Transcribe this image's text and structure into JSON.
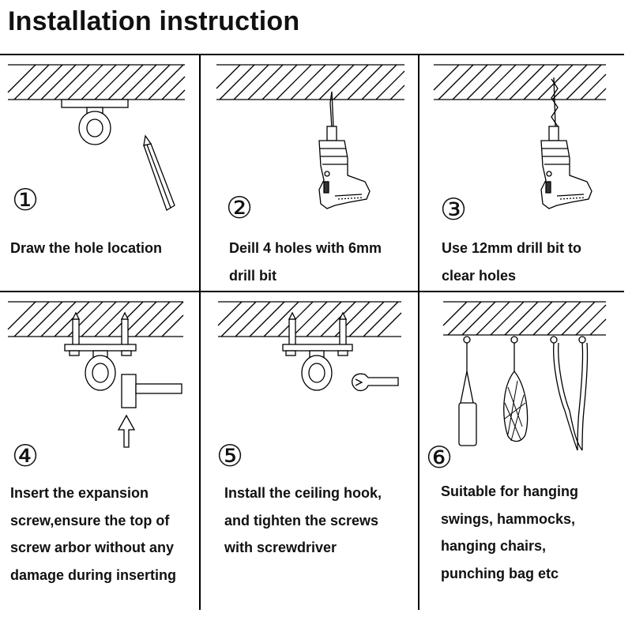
{
  "title": "Installation instruction",
  "steps": [
    {
      "number": "①",
      "lines": [
        "Draw the hole location"
      ]
    },
    {
      "number": "②",
      "lines": [
        "Deill 4 holes with 6mm",
        "drill bit"
      ]
    },
    {
      "number": "③",
      "lines": [
        "Use 12mm drill bit to",
        "clear holes"
      ]
    },
    {
      "number": "④",
      "lines": [
        "Insert the expansion",
        "screw,ensure the top of",
        "screw arbor without any",
        "damage during inserting"
      ]
    },
    {
      "number": "⑤",
      "lines": [
        "Install the ceiling hook,",
        "and tighten the screws",
        "with screwdriver"
      ]
    },
    {
      "number": "⑥",
      "lines": [
        "Suitable for hanging",
        "swings, hammocks,",
        "hanging chairs,",
        "punching bag etc"
      ]
    }
  ]
}
